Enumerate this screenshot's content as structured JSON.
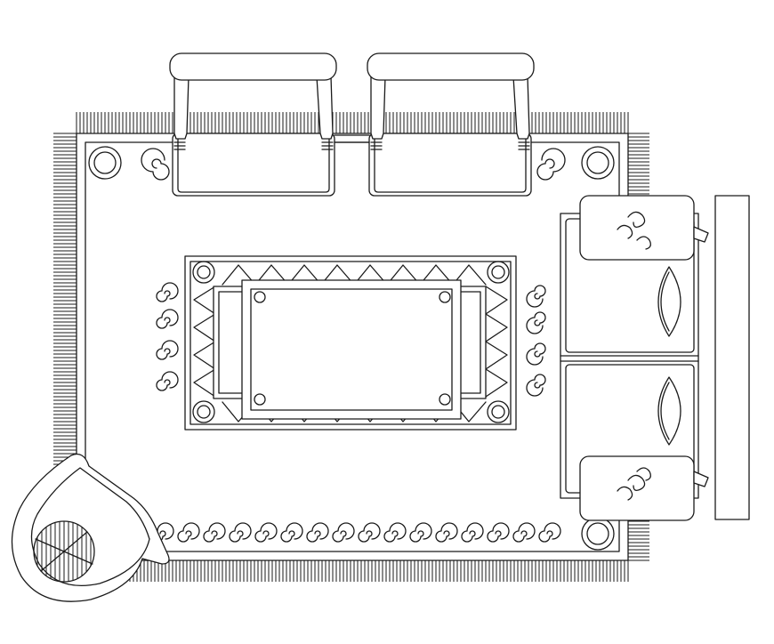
{
  "drawing": {
    "kind": "living-room-floor-plan",
    "style": "black-line-art",
    "line_color": "#1a1a1a",
    "background": "#ffffff",
    "elements": [
      "fringed-area-rug",
      "armchair-top-left",
      "armchair-top-right",
      "coffee-table-with-patterned-inset",
      "sofa-right",
      "round-accent-chair-bottom-left",
      "side-table-top-right",
      "side-table-bottom-right",
      "wall-panel-right"
    ],
    "text_labels": []
  }
}
